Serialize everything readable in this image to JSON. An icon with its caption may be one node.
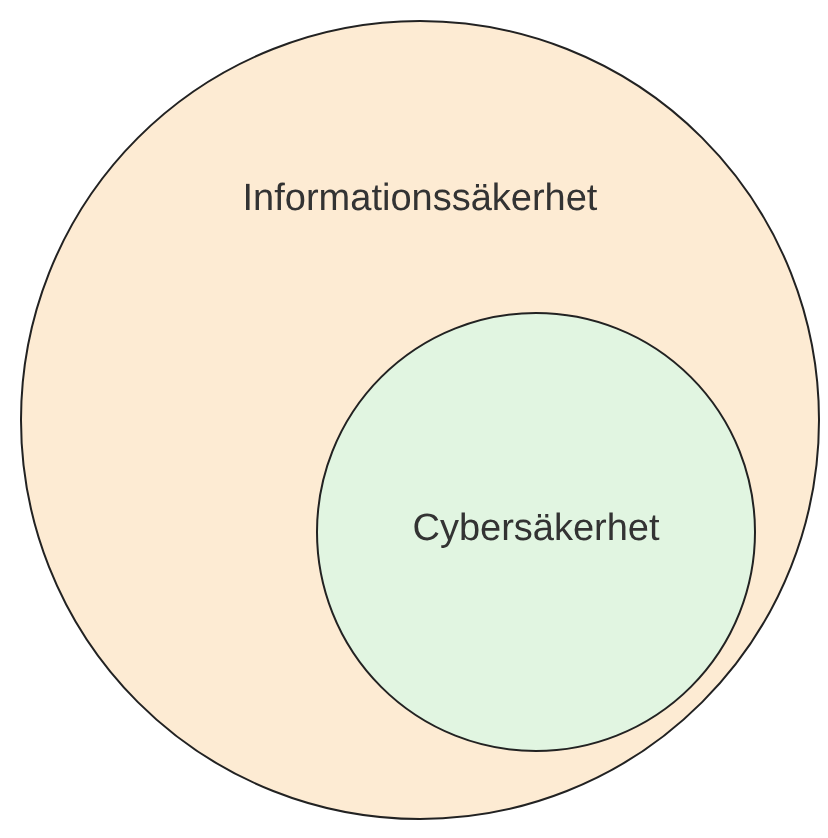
{
  "diagram": {
    "nodes": [
      {
        "text": [
          "Informationssäkerhet"
        ]
      },
      {
        "text": [
          "Cybersäkerhet"
        ],
        "in": 0
      }
    ]
  }
}
